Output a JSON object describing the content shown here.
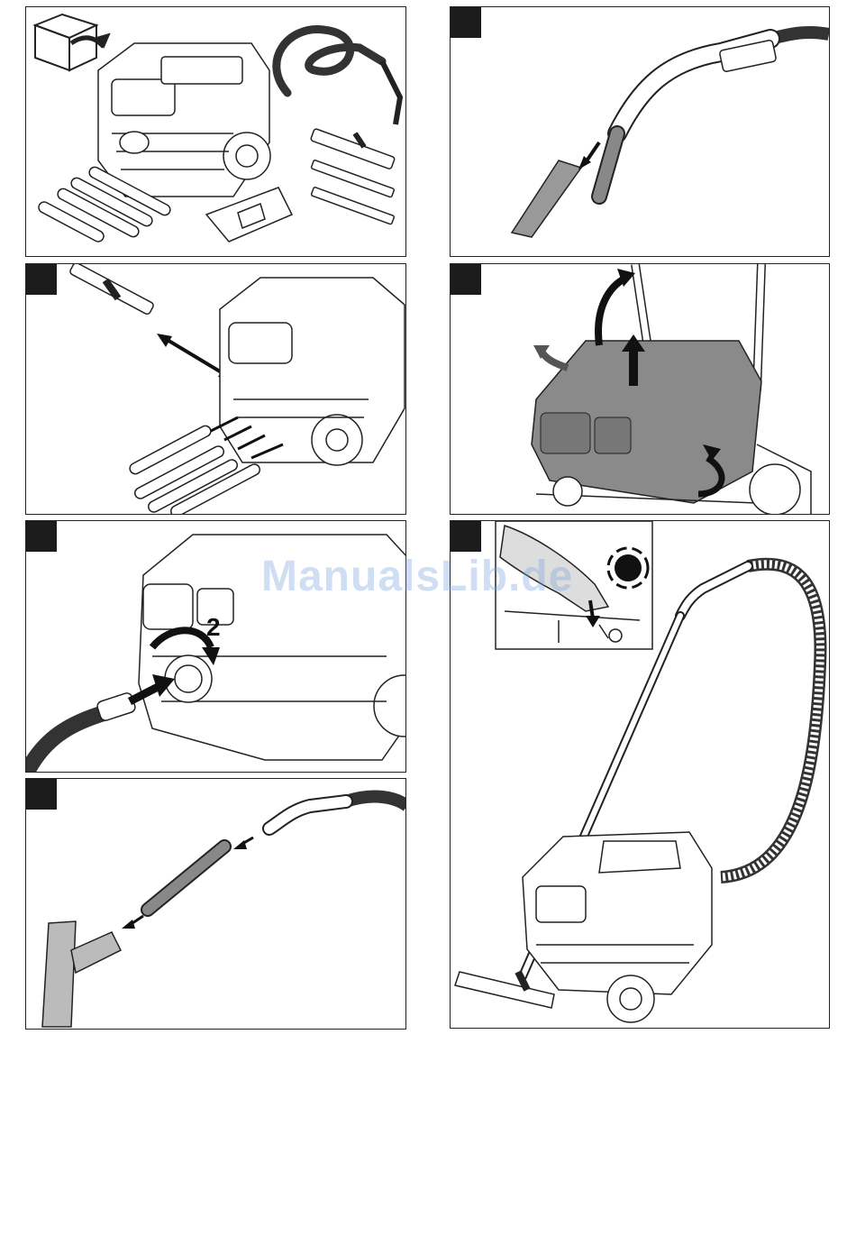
{
  "watermark": {
    "text": "ManualsLib.de"
  },
  "panels": [
    {
      "id": "unpack",
      "badge": false
    },
    {
      "id": "crevice-nozzle",
      "badge": true
    },
    {
      "id": "accessory-storage",
      "badge": true
    },
    {
      "id": "open-lid",
      "badge": true
    },
    {
      "id": "connect-hose",
      "badge": true,
      "step_label": "2"
    },
    {
      "id": "switch-on",
      "badge": true
    },
    {
      "id": "assemble-floor-nozzle",
      "badge": true
    }
  ],
  "colors": {
    "line": "#222222",
    "housing_shade": "#8a8a8a",
    "hose": "#333333",
    "panel_border": "#222222"
  },
  "icons": [
    "box-unpack-icon",
    "arrow-icon",
    "rotate-arrow-icon",
    "on-switch-icon"
  ]
}
